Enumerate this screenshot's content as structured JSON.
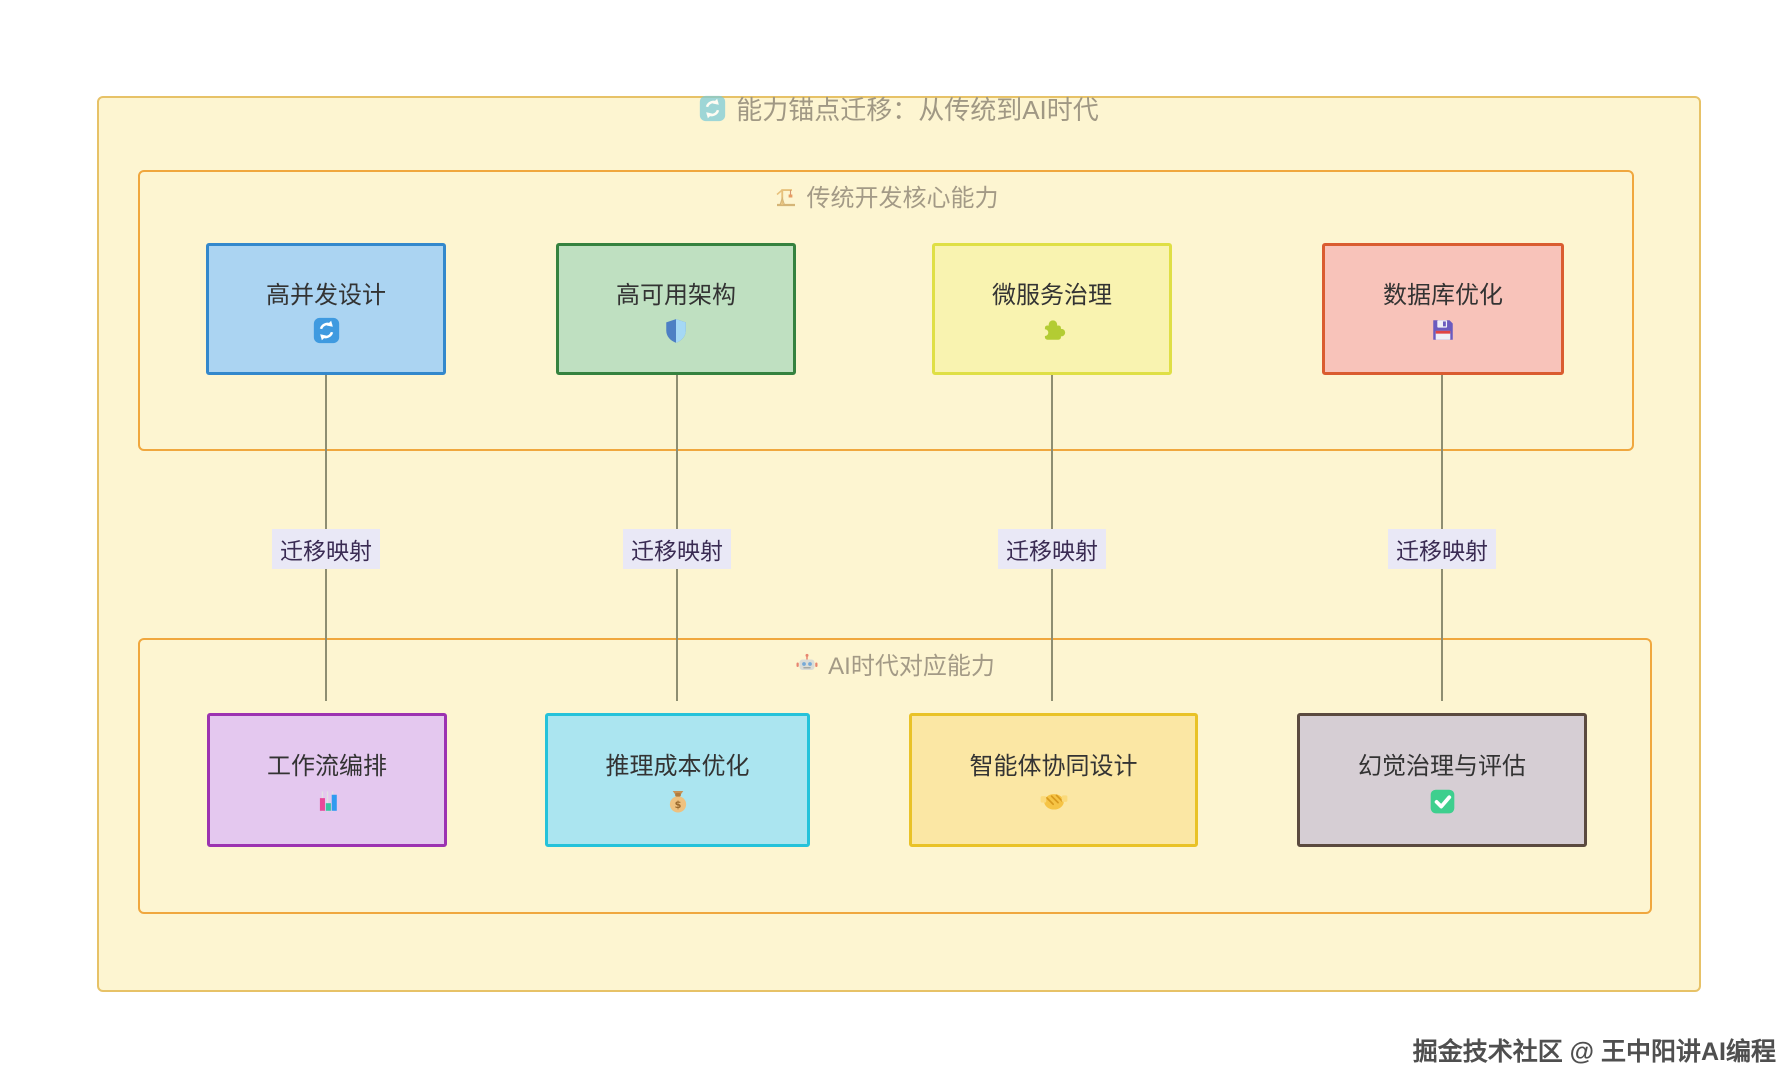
{
  "diagram": {
    "title": {
      "text": "能力锚点迁移：从传统到AI时代",
      "icon": "refresh-icon"
    },
    "container": {
      "fill": "#fdf5d1",
      "border": "#e7c267"
    },
    "section_border": "#f0a73e",
    "sections": [
      {
        "title": "传统开发核心能力",
        "icon": "construction-crane-icon"
      },
      {
        "title": "AI时代对应能力",
        "icon": "robot-icon"
      }
    ],
    "top_boxes": [
      {
        "label": "高并发设计",
        "icon": "refresh-icon",
        "fill": "#abd4f2",
        "border": "#3388cc"
      },
      {
        "label": "高可用架构",
        "icon": "shield-icon",
        "fill": "#bfe0c1",
        "border": "#35823f"
      },
      {
        "label": "微服务治理",
        "icon": "puzzle-icon",
        "fill": "#f9f3b0",
        "border": "#dfdf45"
      },
      {
        "label": "数据库优化",
        "icon": "floppy-disk-icon",
        "fill": "#f8c3ba",
        "border": "#da5c30"
      }
    ],
    "bottom_boxes": [
      {
        "label": "工作流编排",
        "icon": "bar-chart-icon",
        "fill": "#e4c8ef",
        "border": "#9c33b1"
      },
      {
        "label": "推理成本优化",
        "icon": "money-bag-icon",
        "fill": "#abe5f0",
        "border": "#25c2da"
      },
      {
        "label": "智能体协同设计",
        "icon": "handshake-icon",
        "fill": "#fbe7a4",
        "border": "#e9c227"
      },
      {
        "label": "幻觉治理与评估",
        "icon": "check-mark-icon",
        "fill": "#d6ced4",
        "border": "#5b4a3f"
      }
    ],
    "edges": [
      {
        "label": "迁移映射"
      },
      {
        "label": "迁移映射"
      },
      {
        "label": "迁移映射"
      },
      {
        "label": "迁移映射"
      }
    ],
    "edge_style": {
      "line": "#8e8e72",
      "arrowhead": "#6a6a52",
      "label_bg": "#e9e8f6",
      "label_color": "#3a2b53"
    }
  },
  "watermark": {
    "text": "掘金技术社区 @ 王中阳讲AI编程"
  }
}
